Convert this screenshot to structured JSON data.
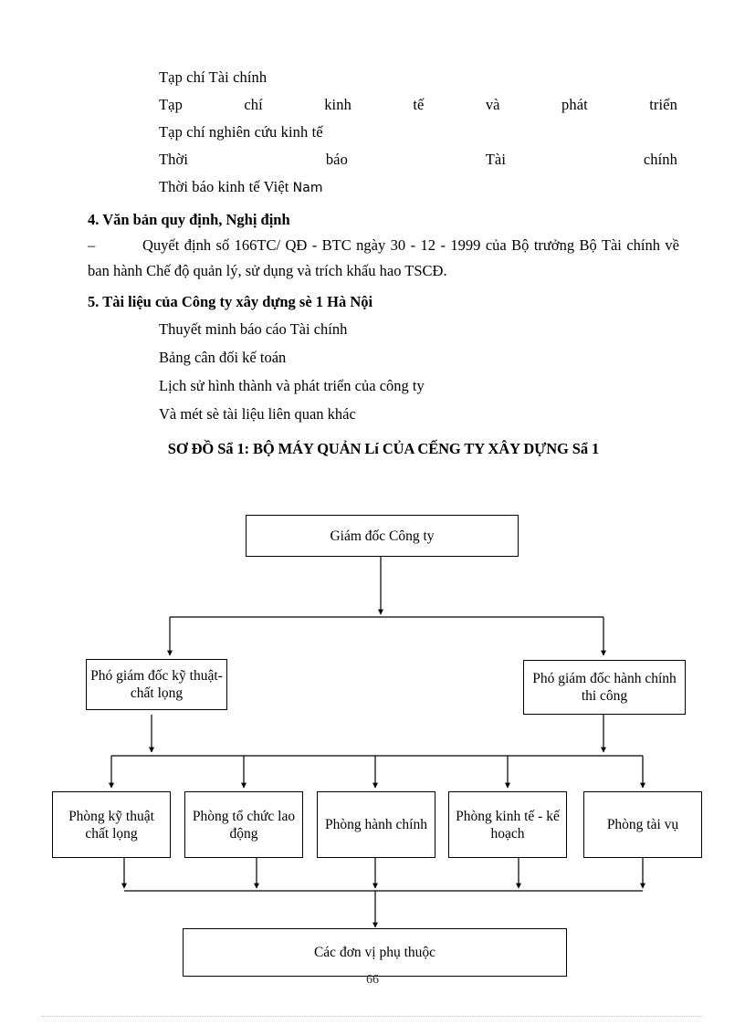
{
  "references": {
    "lines": [
      {
        "text": "Tạp chí Tài chính",
        "justified": false
      },
      {
        "text": "Tạp chí kinh tế và phát triển",
        "justified": true,
        "words": [
          "Tạp",
          "chí",
          "kinh",
          "tế",
          "và",
          "phát",
          "triển"
        ]
      },
      {
        "text": "Tạp chí nghiên cứu kinh tế",
        "justified": false
      },
      {
        "text": "Thời báo Tài chính",
        "justified": true,
        "words": [
          "Thời",
          "báo",
          "Tài",
          "chính"
        ]
      },
      {
        "text": "Thời báo kinh tế Việt",
        "tail": "Nam",
        "justified": false
      }
    ]
  },
  "section4": {
    "heading": "4. Văn bản quy định, Nghị định",
    "dash": "–",
    "body": "Quyết định số 166TC/ QĐ - BTC ngày 30 - 12 - 1999 của Bộ trưởng Bộ Tài chính về ban hành Chế độ quản lý, sử dụng và trích khấu hao TSCĐ."
  },
  "section5": {
    "heading": "5. Tài liệu của Công ty xây dựng sè 1 Hà Nội",
    "items": [
      "Thuyết minh báo cáo Tài chính",
      "Bảng cân đối kế toán",
      "Lịch sử hình thành và phát triển của công ty",
      "Và mét sè tài liệu liên quan khác"
    ]
  },
  "diagram": {
    "title": "SƠ ĐỒ Sẩ 1: BỘ MÁY QUẢN Lí CỦA CẾNG TY XÂY DỰNG Sẩ 1",
    "nodes": {
      "director": "Giám đốc Công ty",
      "deputy_technical": "Phó giám đốc kỹ thuật- chất lọng",
      "deputy_admin": "Phó giám đốc hành chính thi công",
      "dept_1": "Phòng kỹ thuật chất lọng",
      "dept_2": "Phòng tổ chức lao động",
      "dept_3": "Phòng hành chính",
      "dept_4": "Phòng kinh tế - kế hoạch",
      "dept_5": "Phòng tài vụ",
      "subunits": "Các đơn vị phụ thuộc"
    },
    "line_color": "#000000"
  },
  "footer": {
    "page_number": "66"
  }
}
